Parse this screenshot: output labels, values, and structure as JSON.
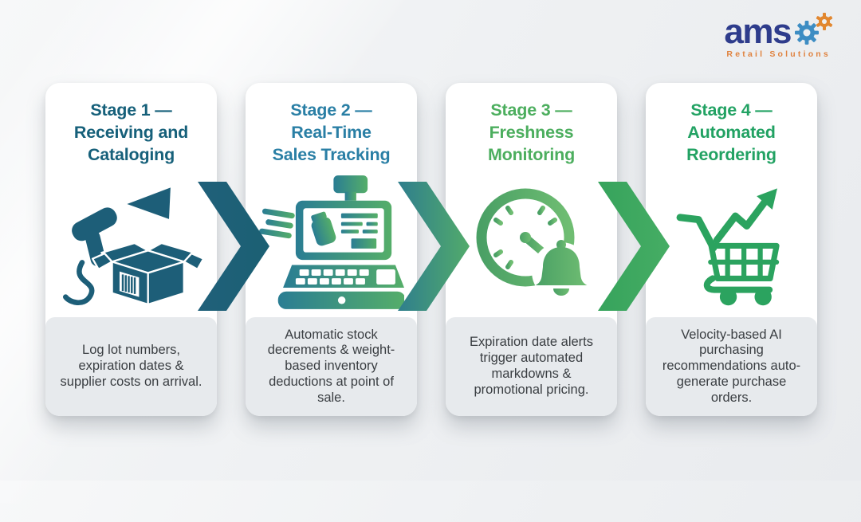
{
  "logo": {
    "brand": "ams",
    "tagline": "Retail Solutions",
    "brand_color": "#2e3c8c",
    "tagline_color": "#e0823f",
    "gear_blue": "#3d8dc3",
    "gear_orange": "#e2872f"
  },
  "stages": [
    {
      "title": "Stage 1 —\nReceiving and\nCataloging",
      "title_color": "#16607a",
      "icon": "barcode-scanner-box-icon",
      "icon_color": "#1d5e78",
      "description": "Log lot numbers, expiration dates & supplier costs on arrival."
    },
    {
      "title": "Stage 2 —\nReal-Time\nSales Tracking",
      "title_color": "#2a7fa5",
      "icon": "pos-register-icon",
      "icon_gradient": [
        "#2a7d93",
        "#55ae69"
      ],
      "description": "Automatic stock decrements & weight-based inventory deductions at point of sale."
    },
    {
      "title": "Stage 3 —\nFreshness\nMonitoring",
      "title_color": "#4cae5e",
      "icon": "clock-alert-icon",
      "icon_gradient": [
        "#4aa065",
        "#6fbd72"
      ],
      "description": "Expiration date alerts trigger automated markdowns & promotional pricing."
    },
    {
      "title": "Stage 4 —\nAutomated\nReordering",
      "title_color": "#22a263",
      "icon": "cart-growth-icon",
      "icon_color": "#2ba35f",
      "description": "Velocity-based AI purchasing recommendations auto-generate purchase orders."
    }
  ],
  "arrows": [
    {
      "name": "chevron-right",
      "from": "#20607a",
      "to": "#1b6073"
    },
    {
      "name": "chevron-right",
      "from": "#2f7e8d",
      "to": "#52ab6b"
    },
    {
      "name": "chevron-right",
      "from": "#36a35c",
      "to": "#46ad64"
    }
  ],
  "card": {
    "panel_color": "#e7eaed",
    "text_color": "#3a3e42"
  }
}
